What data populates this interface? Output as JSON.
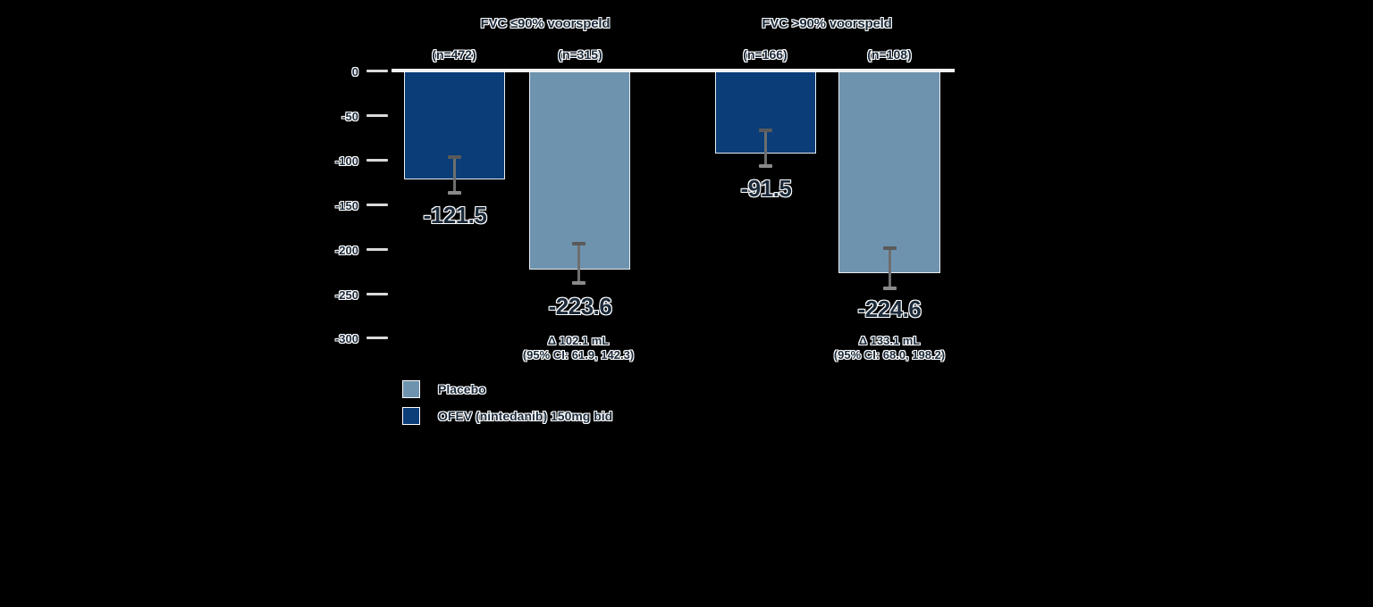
{
  "chart_data": {
    "type": "bar",
    "title": "",
    "xlabel": "",
    "ylabel": "",
    "ylim": [
      -300,
      0
    ],
    "grid": false,
    "legend_position": "bottom-left",
    "yticks": [
      "0",
      "-50",
      "-100",
      "-150",
      "-200",
      "-250",
      "-300"
    ],
    "ytick_values": [
      0,
      -50,
      -100,
      -150,
      -200,
      -250,
      -300
    ],
    "groups": [
      {
        "title": "FVC ≤90% voorspeld",
        "delta": "Δ 102.1 mL",
        "delta_ci": "(95% CI: 61.9, 142.3)",
        "bars": [
          {
            "series": "OFEV (nintedanib) 150mg bid",
            "n_label": "(n=472)",
            "value": -121.5,
            "value_label": "-121.5",
            "err_low": -143.0,
            "color": "#0b3d78"
          },
          {
            "series": "Placebo",
            "n_label": "(n=315)",
            "value": -223.6,
            "value_label": "-223.6",
            "err_low": -245.0,
            "color": "#6e93ae"
          }
        ]
      },
      {
        "title": "FVC >90% voorspeld",
        "delta": "Δ 133.1 mL",
        "delta_ci": "(95% CI: 68.0, 198.2)",
        "bars": [
          {
            "series": "OFEV (nintedanib) 150mg bid",
            "n_label": "(n=166)",
            "value": -91.5,
            "value_label": "-91.5",
            "err_low": -113.0,
            "color": "#0b3d78"
          },
          {
            "series": "Placebo",
            "n_label": "(n=108)",
            "value": -224.6,
            "value_label": "-224.6",
            "err_low": -249.0,
            "color": "#6e93ae"
          }
        ]
      }
    ],
    "legend": [
      {
        "label": "Placebo",
        "color": "#6e93ae"
      },
      {
        "label": "OFEV (nintedanib) 150mg bid",
        "color": "#0b3d78"
      }
    ],
    "colors": {
      "background": "#000000",
      "placebo": "#6e93ae",
      "ofev": "#0b3d78",
      "axis": "#f2f2f2",
      "text": "#1b2a3a",
      "text_halo": "#ffffff",
      "error_bar": "#6e6e6e"
    }
  }
}
